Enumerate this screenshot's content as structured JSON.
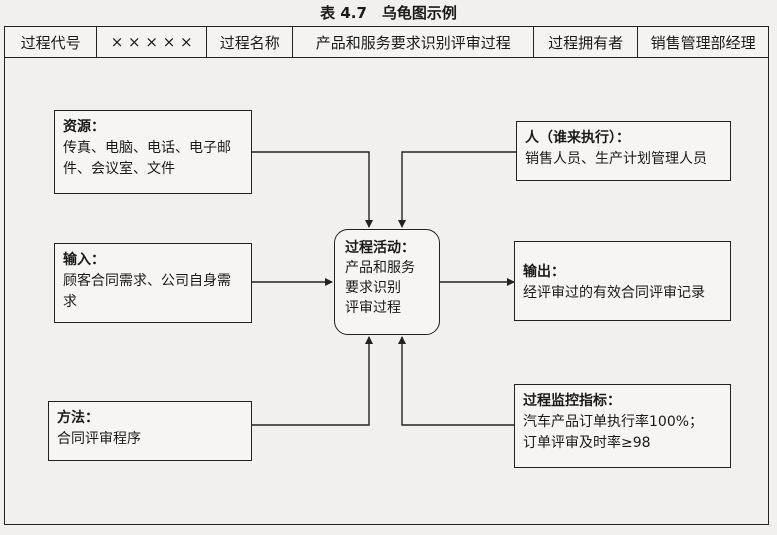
{
  "caption": "表 4.7　乌龟图示例",
  "header": {
    "code_label": "过程代号",
    "code_value": "× × × × ×",
    "name_label": "过程名称",
    "name_value": "产品和服务要求识别评审过程",
    "owner_label": "过程拥有者",
    "owner_value": "销售管理部经理"
  },
  "boxes": {
    "resources": {
      "title": "资源：",
      "body": "传真、电脑、电话、电子邮件、会议室、文件"
    },
    "input": {
      "title": "输入：",
      "body": "顾客合同需求、公司自身需求"
    },
    "method": {
      "title": "方法：",
      "body": "合同评审程序"
    },
    "who": {
      "title": "人（谁来执行）：",
      "body": "销售人员、生产计划管理人员"
    },
    "output": {
      "title": "输出：",
      "body": "经评审过的有效合同评审记录"
    },
    "kpi": {
      "title": "过程监控指标：",
      "body_line1": "汽车产品订单执行率100%；",
      "body_line2": "订单评审及时率≥98"
    },
    "center": {
      "title": "过程活动：",
      "body": "产品和服务\n要求识别\n评审过程"
    }
  }
}
